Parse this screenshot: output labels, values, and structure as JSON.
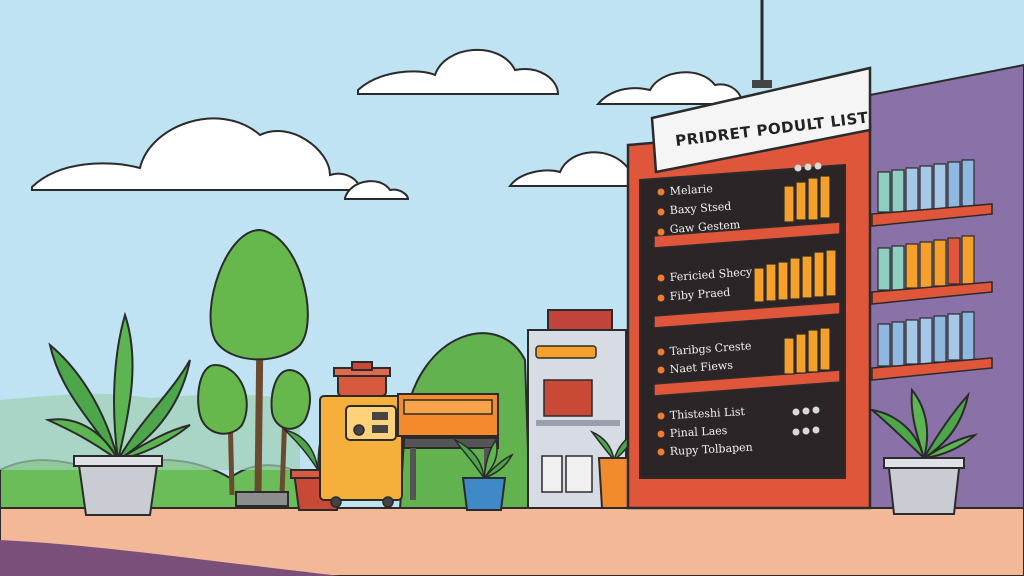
{
  "board": {
    "title": "PRIDRET PODULT LIST",
    "sections": [
      {
        "items": [
          "Melarie",
          "Baxy Stsed",
          "Gaw Gestem"
        ]
      },
      {
        "items": [
          "Fericied Shecy",
          "Fiby Praed"
        ]
      },
      {
        "items": [
          "Taribgs Creste",
          "Naet Fiews"
        ]
      },
      {
        "items": [
          "Thisteshi List",
          "Pinal Laes",
          "Rupy Tolbapen"
        ]
      }
    ]
  },
  "colors": {
    "sky": "#bfe3f2",
    "ground": "#f3b898",
    "board_frame": "#e0563a",
    "board_panel": "#2c2527",
    "shelf": "#e0563a",
    "bullet": "#f07c30",
    "product_orange": "#f4a02a",
    "product_blue": "#8fb8e0",
    "wall": "#8a72a8"
  }
}
